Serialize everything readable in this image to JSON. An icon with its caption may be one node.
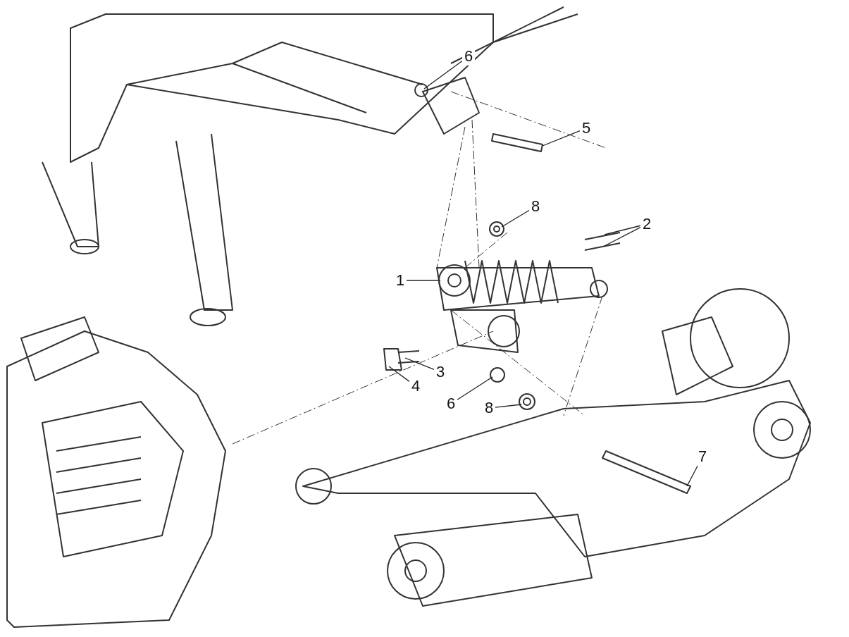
{
  "diagram": {
    "nodes": [
      {
        "text": [
          "6"
        ]
      },
      {
        "text": [
          "5"
        ]
      },
      {
        "text": [
          "8"
        ]
      },
      {
        "text": [
          "2"
        ]
      },
      {
        "text": [
          "1"
        ]
      },
      {
        "text": [
          "3"
        ]
      },
      {
        "text": [
          "4"
        ]
      },
      {
        "text": [
          "6"
        ]
      },
      {
        "text": [
          "8"
        ]
      },
      {
        "text": [
          "7"
        ]
      }
    ],
    "edges": [
      {
        "from": 0,
        "to": null,
        "arrow": "none"
      },
      {
        "from": 1,
        "to": null,
        "arrow": "none"
      },
      {
        "from": 2,
        "to": null,
        "arrow": "none"
      },
      {
        "from": 3,
        "to": null,
        "arrow": "none"
      },
      {
        "from": 3,
        "to": null,
        "arrow": "none"
      },
      {
        "from": 4,
        "to": null,
        "arrow": "none"
      },
      {
        "from": 5,
        "to": null,
        "arrow": "none"
      },
      {
        "from": 6,
        "to": null,
        "arrow": "none"
      },
      {
        "from": 7,
        "to": null,
        "arrow": "none"
      },
      {
        "from": 8,
        "to": null,
        "arrow": "none"
      },
      {
        "from": 9,
        "to": null,
        "arrow": "none"
      }
    ]
  }
}
